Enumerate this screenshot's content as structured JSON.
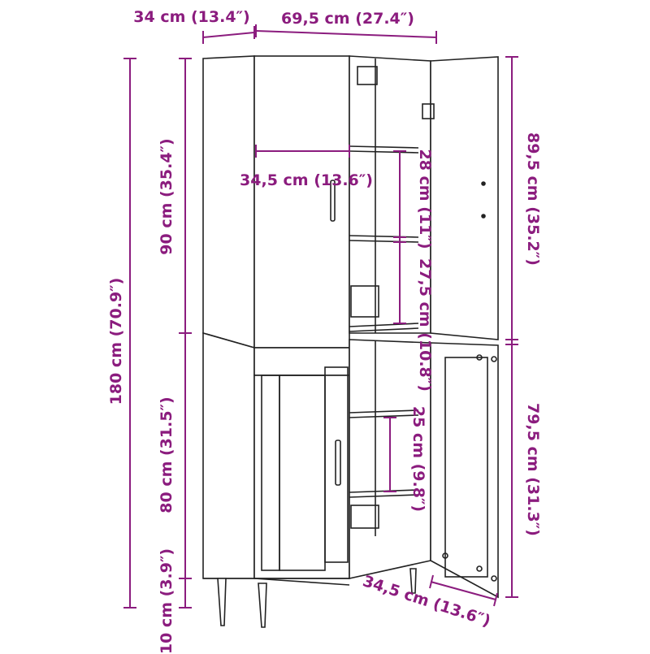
{
  "accent_color": "#8b1c7e",
  "dimensions": {
    "depth_top": "34 cm (13.4″)",
    "width": "69,5 cm (27.4″)",
    "total_height": "180 cm (70.9″)",
    "upper_height": "90 cm (35.4″)",
    "lower_height": "80 cm (31.5″)",
    "leg_height": "10 cm (3.9″)",
    "shelf_depth_upper": "34,5 cm (13.6″)",
    "shelf_gap_1": "28 cm (11″)",
    "shelf_gap_2": "27,5 cm (10.8″)",
    "shelf_gap_3": "25 cm (9.8″)",
    "upper_door_height": "89,5 cm (35.2″)",
    "lower_door_height": "79,5 cm (31.3″)",
    "shelf_depth_lower": "34,5 cm (13.6″)"
  }
}
